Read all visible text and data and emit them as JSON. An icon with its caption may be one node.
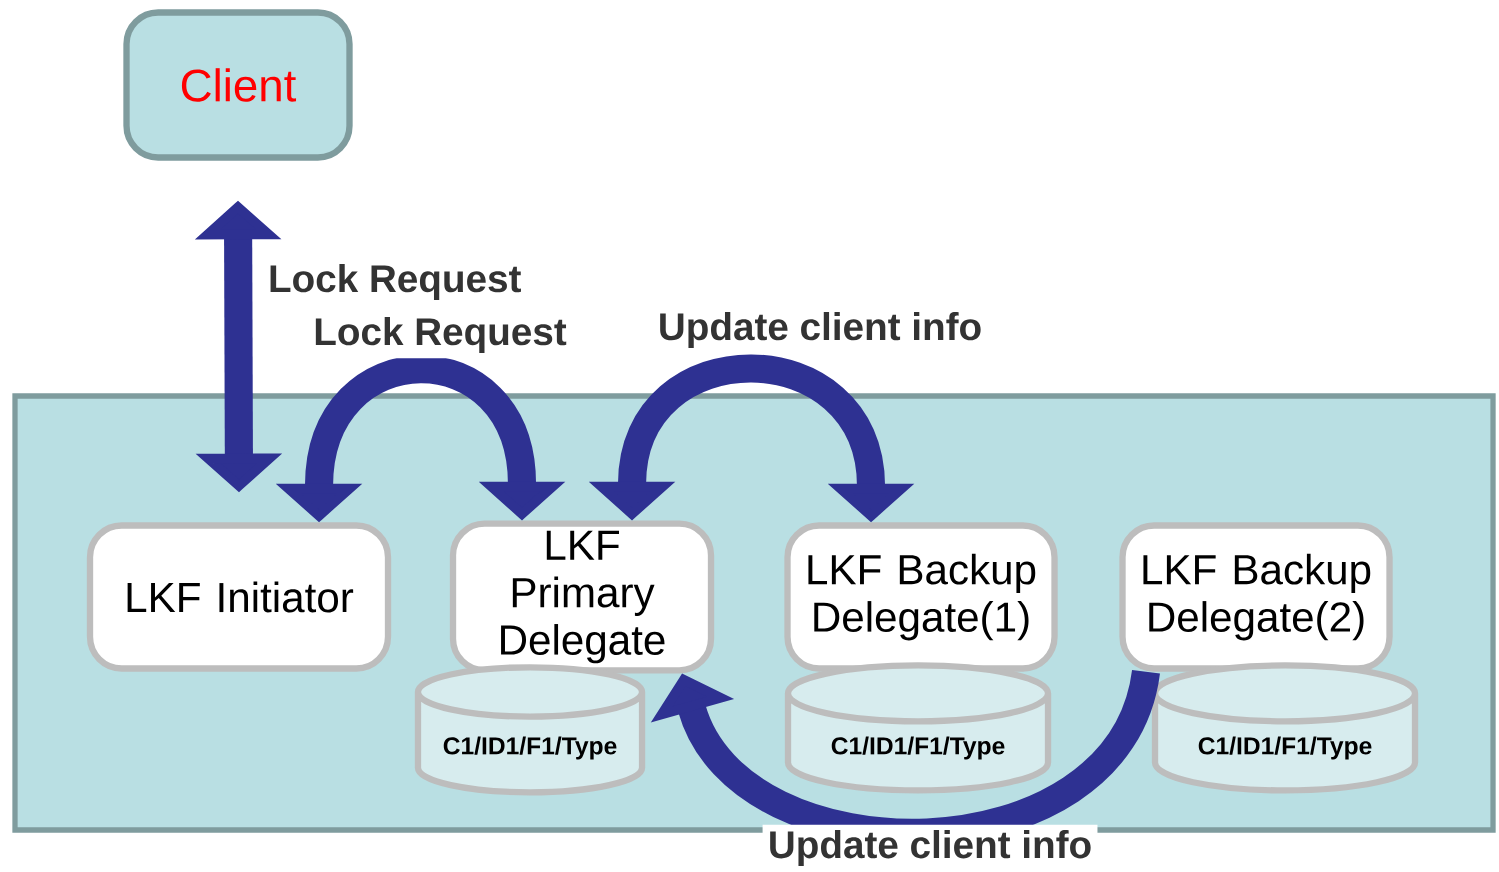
{
  "diagram": {
    "nodes": [
      {
        "text": [
          "Client"
        ]
      },
      {
        "text": [],
        "shape": "box"
      },
      {
        "text": [
          "LKF Initiator"
        ],
        "in": 1
      },
      {
        "text": [
          "LKF Primary Delegate"
        ],
        "in": 1
      },
      {
        "text": [
          "LKF Backup Delegate(1)"
        ],
        "in": 1
      },
      {
        "text": [
          "LKF Backup Delegate(2)"
        ],
        "in": 1
      },
      {
        "text": [
          "C1/ID1/F1/Type"
        ],
        "in": 1
      },
      {
        "text": [
          "C1/ID1/F1/Type"
        ],
        "in": 1
      },
      {
        "text": [
          "C1/ID1/F1/Type"
        ],
        "in": 1
      }
    ],
    "edges": [
      {
        "from": 0,
        "to": 2,
        "arrow": "both",
        "label": "Lock Request"
      },
      {
        "from": 2,
        "to": 3,
        "arrow": "both",
        "label": "Lock Request"
      },
      {
        "from": 3,
        "to": 4,
        "arrow": "both",
        "label": "Update client info"
      },
      {
        "from": 5,
        "to": 3,
        "arrow": "to",
        "label": "Update client info"
      }
    ]
  }
}
